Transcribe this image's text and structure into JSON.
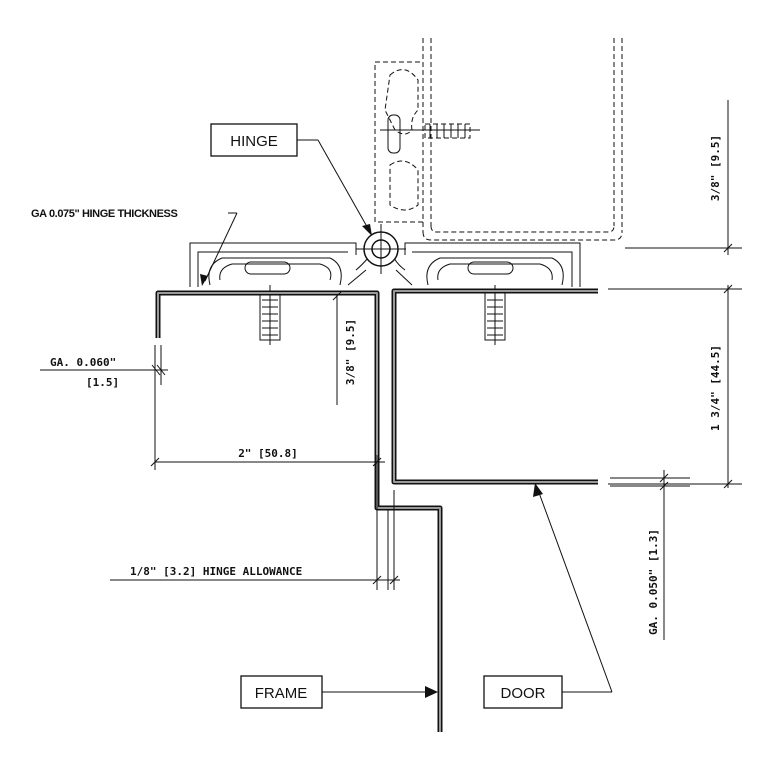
{
  "labels": {
    "hinge": "HINGE",
    "hinge_thickness": "GA 0.075\" HINGE THICKNESS",
    "frame": "FRAME",
    "door": "DOOR"
  },
  "dimensions": {
    "ga_060_a": "GA. 0.060\"",
    "ga_060_b": "[1.5]",
    "two_inch": "2\" [50.8]",
    "hinge_allowance": "1/8\" [3.2] HINGE ALLOWANCE",
    "three_eighths_mid": "3/8\" [9.5]",
    "three_eighths_top": "3/8\" [9.5]",
    "one_three_quarter": "1 3/4\" [44.5]",
    "ga_050": "GA. 0.050\" [1.3]"
  }
}
